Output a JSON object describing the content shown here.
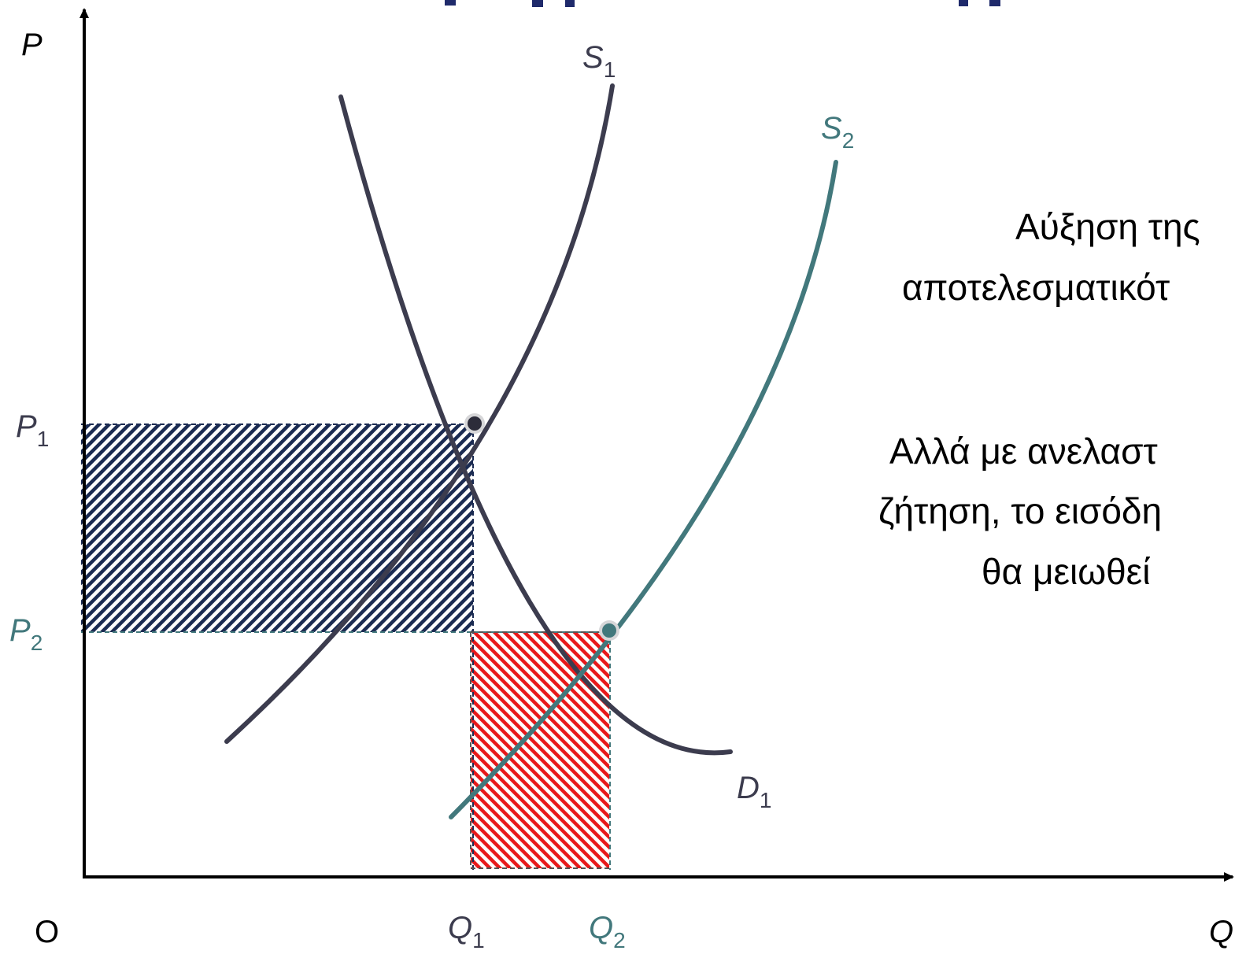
{
  "axes": {
    "y_label": "P",
    "x_label": "Q",
    "origin_label": "O"
  },
  "curves": {
    "s1": {
      "name": "S",
      "sub": "1",
      "color": "#3c3c4e"
    },
    "s2": {
      "name": "S",
      "sub": "2",
      "color": "#42787c"
    },
    "d1": {
      "name": "D",
      "sub": "1",
      "color": "#3c3c4e"
    }
  },
  "ticks": {
    "p1": {
      "name": "P",
      "sub": "1",
      "color": "#3c3c4e"
    },
    "p2": {
      "name": "P",
      "sub": "2",
      "color": "#42787c"
    },
    "q1": {
      "name": "Q",
      "sub": "1",
      "color": "#3c3c4e"
    },
    "q2": {
      "name": "Q",
      "sub": "2",
      "color": "#42787c"
    }
  },
  "colors": {
    "title_fragment": "#1f2a6b",
    "blue_hatch": "#1b2b52",
    "red_hatch": "#e8191b"
  },
  "side_text": {
    "line1": "Αύξηση της",
    "line2": "αποτελεσματικότ",
    "line3": "Αλλά με ανελαστ",
    "line4": "ζήτηση, το εισόδη",
    "line5": "θα μειωθεί"
  }
}
